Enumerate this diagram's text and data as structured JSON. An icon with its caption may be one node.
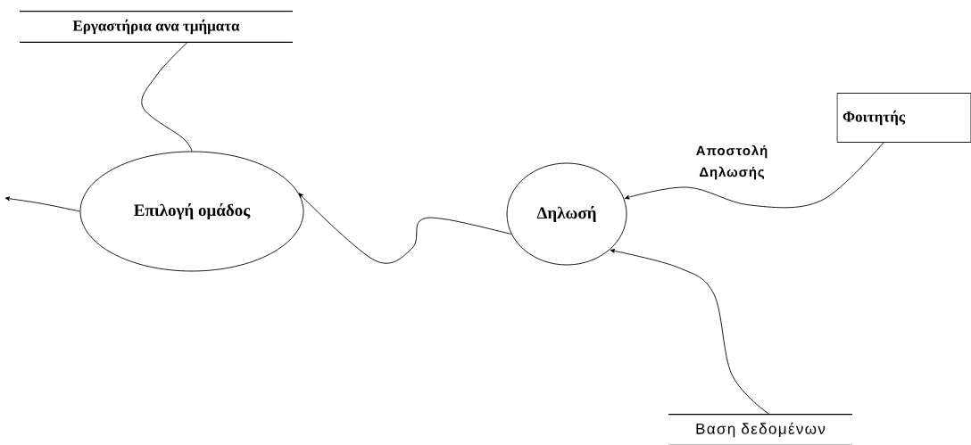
{
  "diagram": {
    "nodes": [
      {
        "text": [
          "Εργαστήρια ανα τμήματα"
        ]
      },
      {
        "text": [
          "Επιλογή ομάδος"
        ]
      },
      {
        "text": [
          "Δηλωσή"
        ]
      },
      {
        "text": [
          "Φοιτητής"
        ]
      },
      {
        "text": [
          "Βαση δεδομένων"
        ]
      }
    ],
    "edges": [
      {
        "from": 0,
        "to": 1,
        "arrow": "none"
      },
      {
        "from": 1,
        "to": null,
        "arrow": "to"
      },
      {
        "from": 2,
        "to": 1,
        "arrow": "to"
      },
      {
        "from": 3,
        "to": 2,
        "arrow": "to",
        "label": "Αποστολή Δηλωσής"
      },
      {
        "from": 4,
        "to": 2,
        "arrow": "to"
      }
    ]
  }
}
